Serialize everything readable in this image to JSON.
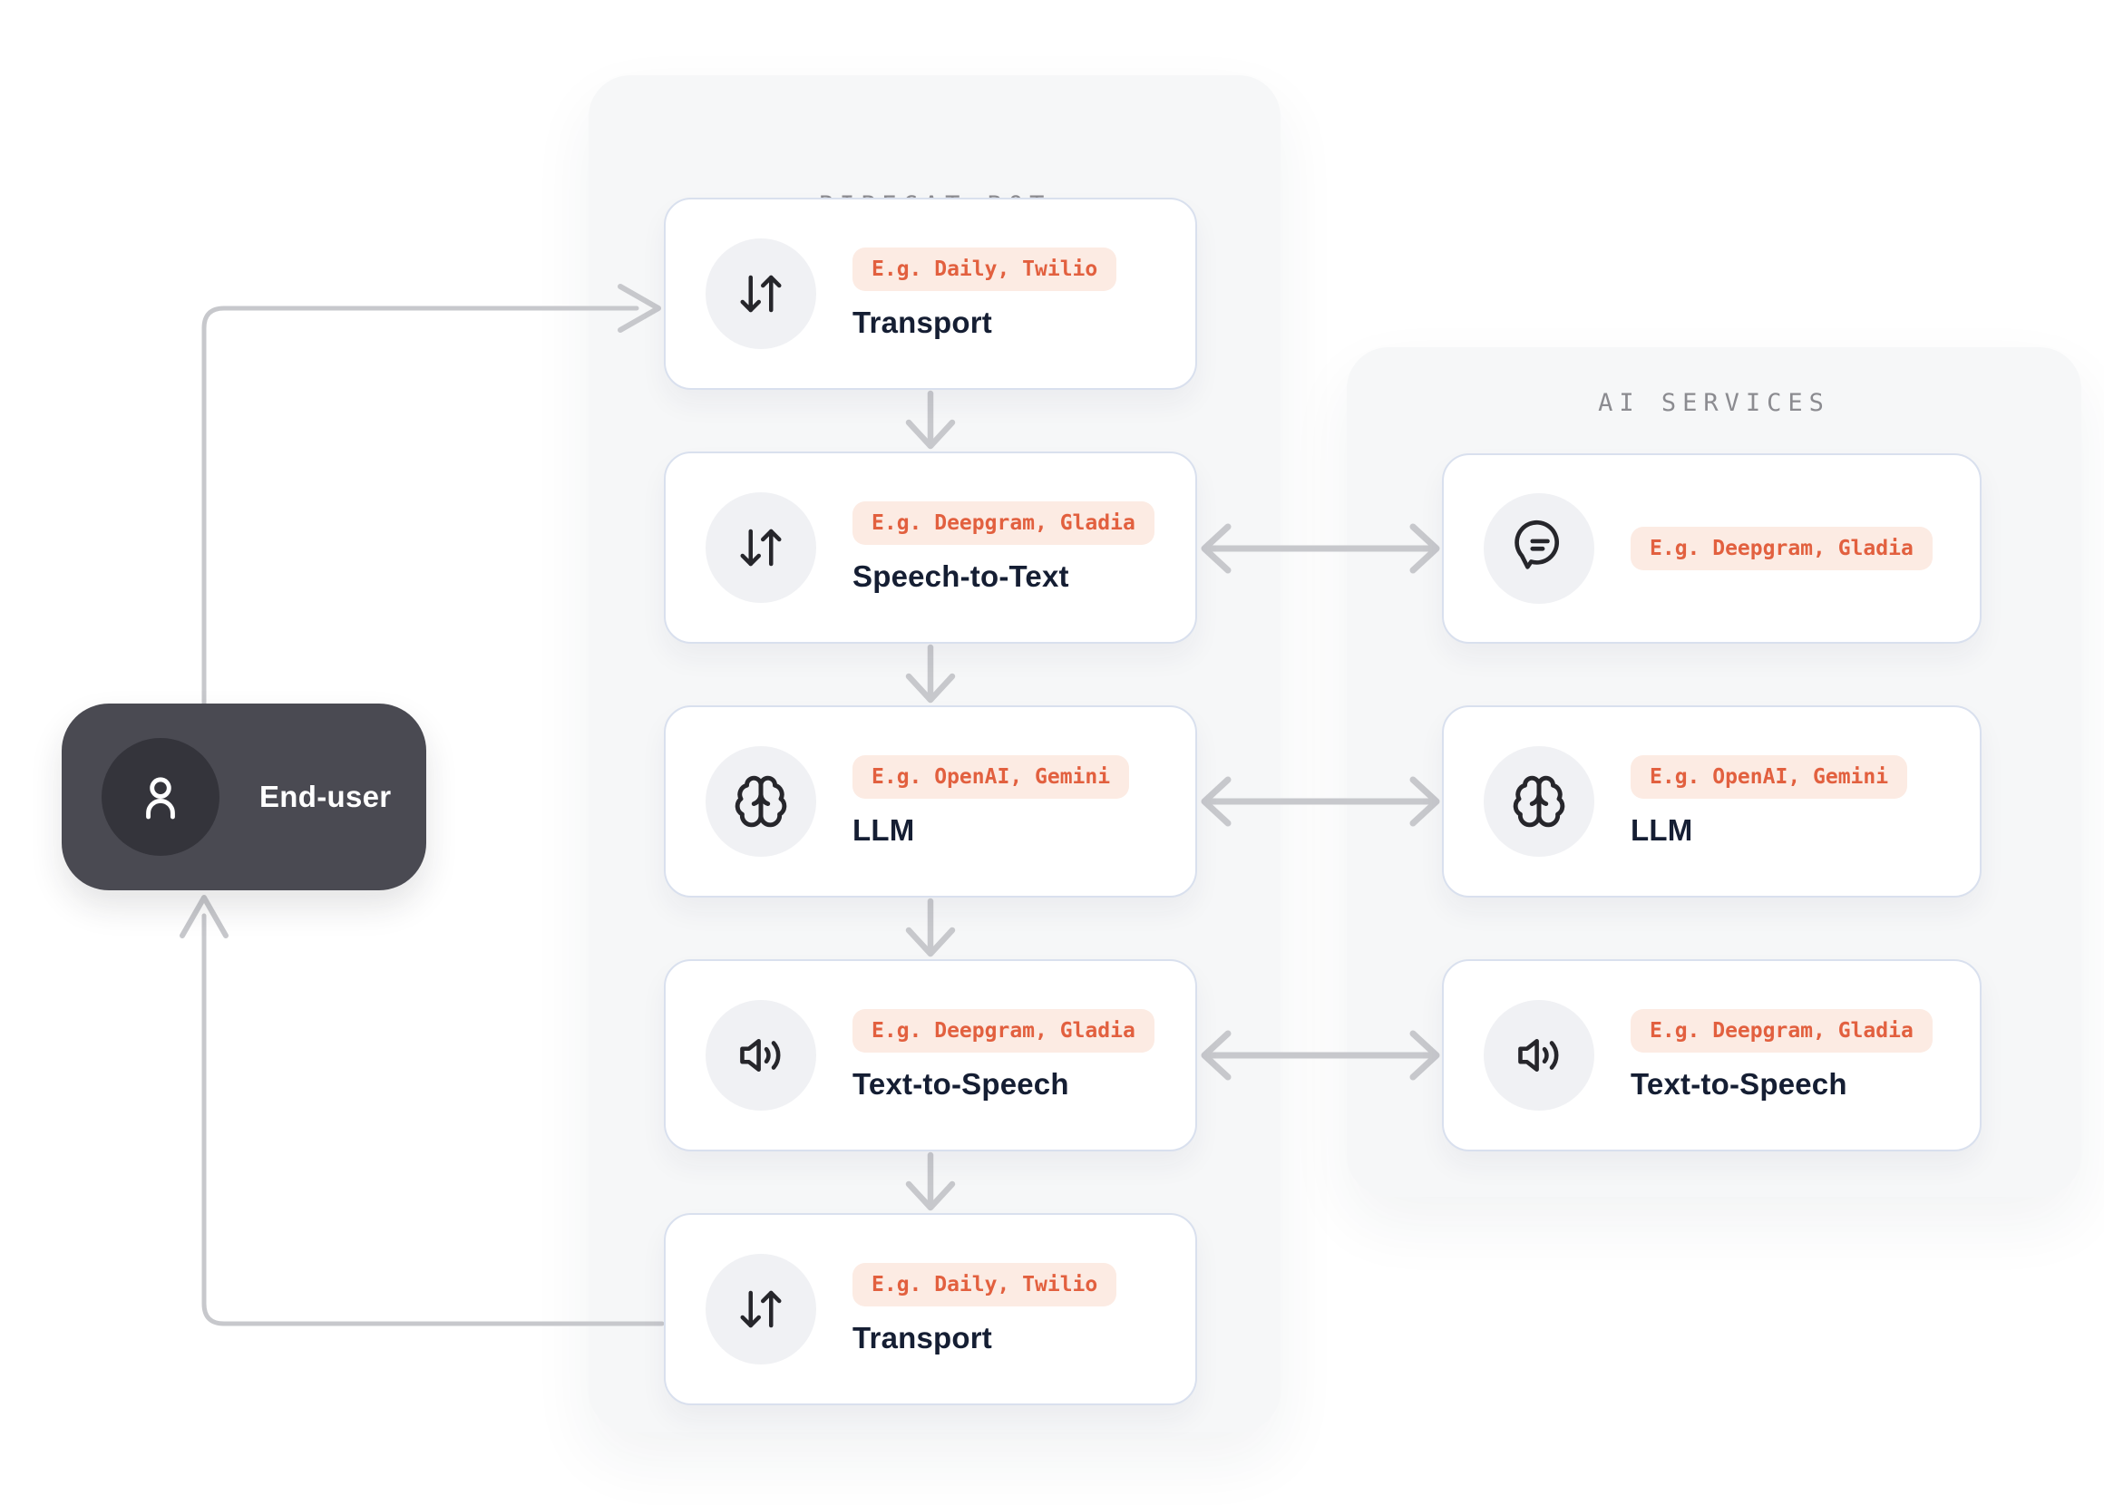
{
  "end_user": {
    "label": "End-user",
    "icon": "user-icon"
  },
  "pipecat_panel": {
    "title": "PIPECAT BOT",
    "cards": [
      {
        "icon": "arrow-down-up-icon",
        "badge": "E.g. Daily, Twilio",
        "title": "Transport"
      },
      {
        "icon": "arrow-down-up-icon",
        "badge": "E.g. Deepgram, Gladia",
        "title": "Speech-to-Text"
      },
      {
        "icon": "brain-icon",
        "badge": "E.g. OpenAI, Gemini",
        "title": "LLM"
      },
      {
        "icon": "speaker-icon",
        "badge": "E.g. Deepgram, Gladia",
        "title": "Text-to-Speech"
      },
      {
        "icon": "arrow-down-up-icon",
        "badge": "E.g. Daily, Twilio",
        "title": "Transport"
      }
    ]
  },
  "ai_services_panel": {
    "title": "AI SERVICES",
    "cards": [
      {
        "icon": "chat-bubble-icon",
        "badge": "E.g. Deepgram, Gladia",
        "title": ""
      },
      {
        "icon": "brain-icon",
        "badge": "E.g. OpenAI, Gemini",
        "title": "LLM"
      },
      {
        "icon": "speaker-icon",
        "badge": "E.g. Deepgram, Gladia",
        "title": "Text-to-Speech"
      }
    ]
  },
  "colors": {
    "page_bg": "#ffffff",
    "panel_bg": "#f6f7f8",
    "card_bg": "#ffffff",
    "card_border": "#d9e0ee",
    "icon_circle_bg": "#f0f1f4",
    "icon_stroke": "#26262b",
    "badge_bg": "#fcebe3",
    "badge_text": "#e2603f",
    "card_title_text": "#151e33",
    "panel_title_text": "#8b8b90",
    "end_user_bg": "#4a4a52",
    "end_user_circle_bg": "#34343b",
    "connector_gray": "#c7c8cc"
  }
}
